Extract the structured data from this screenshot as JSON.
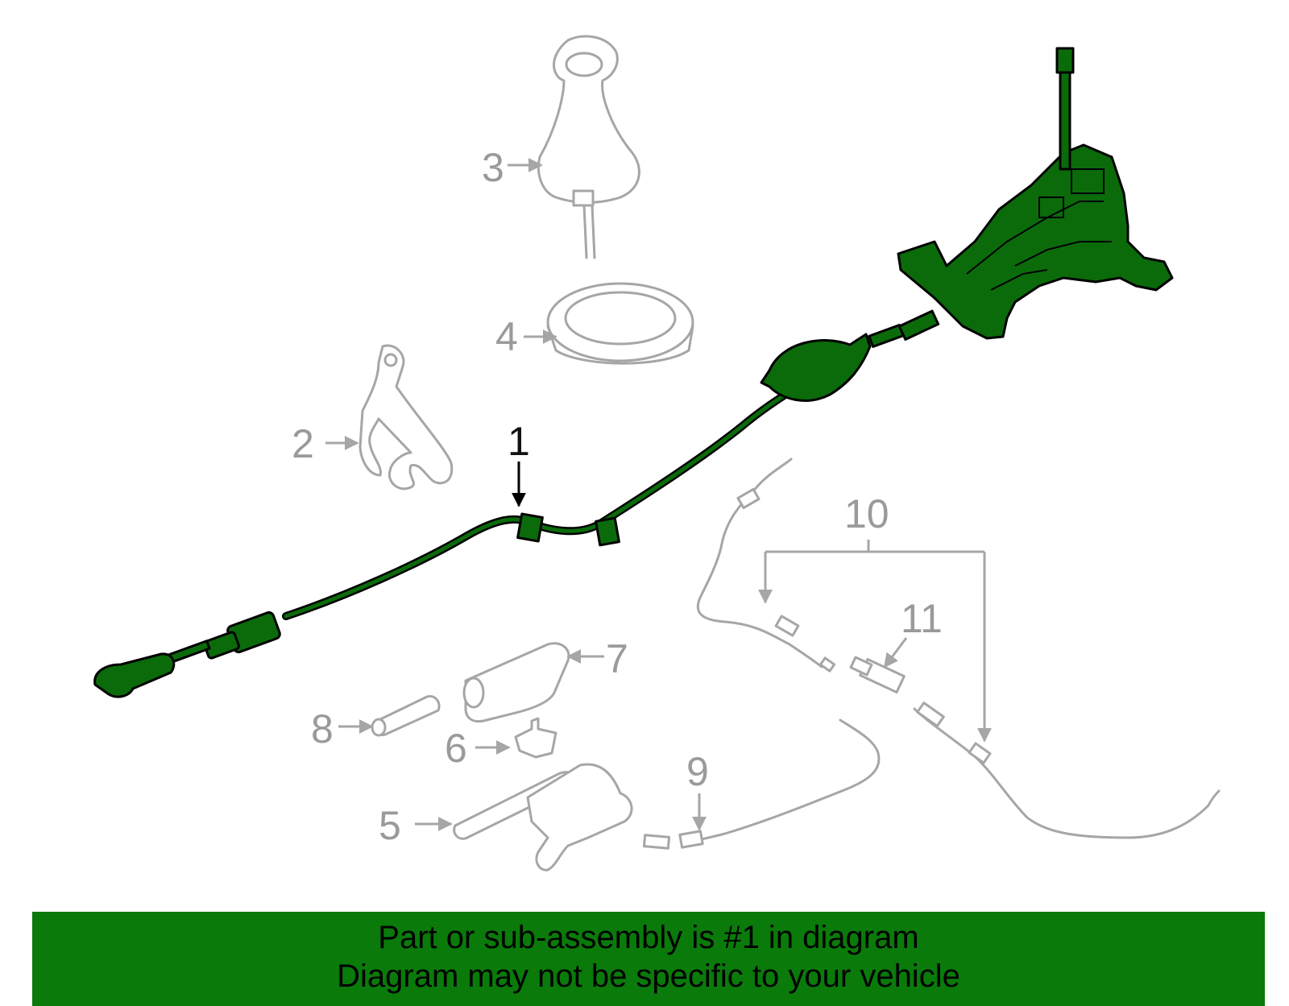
{
  "callouts": [
    {
      "id": "1",
      "label": "1"
    },
    {
      "id": "2",
      "label": "2"
    },
    {
      "id": "3",
      "label": "3"
    },
    {
      "id": "4",
      "label": "4"
    },
    {
      "id": "5",
      "label": "5"
    },
    {
      "id": "6",
      "label": "6"
    },
    {
      "id": "7",
      "label": "7"
    },
    {
      "id": "8",
      "label": "8"
    },
    {
      "id": "9",
      "label": "9"
    },
    {
      "id": "10",
      "label": "10"
    },
    {
      "id": "11",
      "label": "11"
    }
  ],
  "banner": {
    "line1": "Part or sub-assembly is #1 in diagram",
    "line2": "Diagram may not be specific to your vehicle"
  },
  "colors": {
    "highlight": "#0b6b0b",
    "banner": "#0a7a0a",
    "part_outline": "#a6a6a6",
    "callout_text": "#9a9a9a"
  }
}
